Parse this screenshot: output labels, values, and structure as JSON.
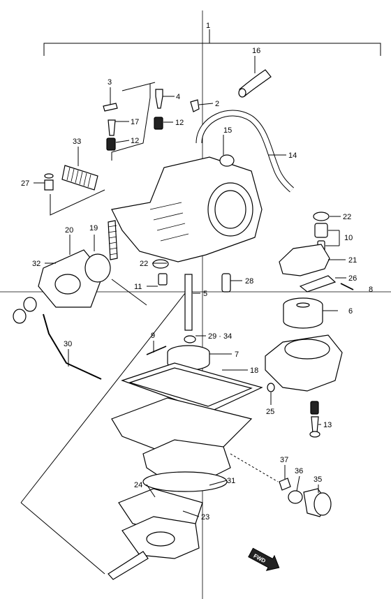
{
  "callouts": {
    "c1": "1",
    "c2": "2",
    "c3": "3",
    "c4": "4",
    "c5": "5",
    "c6": "6",
    "c7": "7",
    "c8": "8",
    "c9": "9",
    "c10": "10",
    "c11": "11",
    "c12a": "12",
    "c12b": "12",
    "c13": "13",
    "c14": "14",
    "c15": "15",
    "c16": "16",
    "c17": "17",
    "c18": "18",
    "c19": "19",
    "c20": "20",
    "c21": "21",
    "c22a": "22",
    "c22b": "22",
    "c23": "23",
    "c24": "24",
    "c25": "25",
    "c26": "26",
    "c27": "27",
    "c28": "28",
    "c29_34": "29 · 34",
    "c30": "30",
    "c31": "31",
    "c32": "32",
    "c33": "33",
    "c35": "35",
    "c36": "36",
    "c37": "37"
  },
  "fwd_label": "FWD"
}
